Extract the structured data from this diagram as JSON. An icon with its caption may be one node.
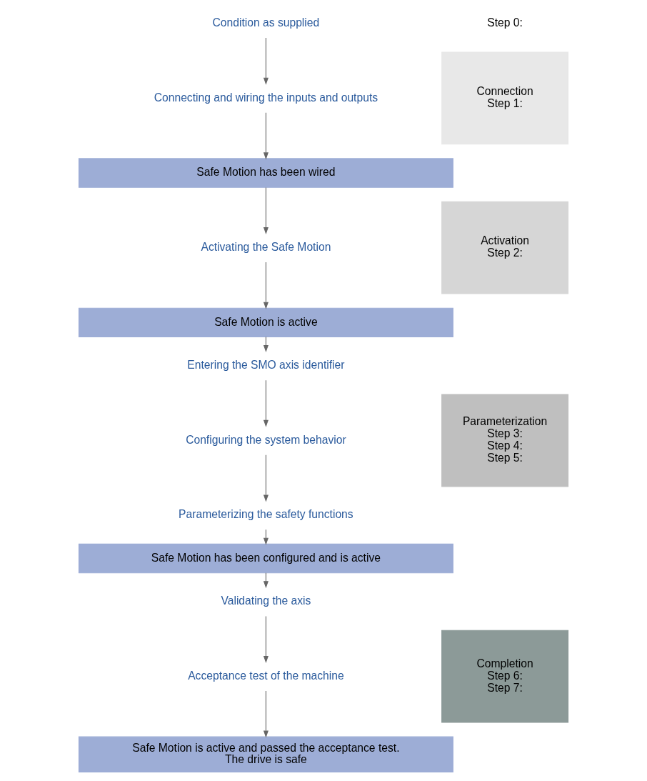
{
  "diagram": {
    "nodes": [
      {
        "text": [
          "Condition as supplied"
        ]
      },
      {
        "text": [
          "Connection",
          "Step 1:"
        ]
      },
      {
        "text": [
          "Connecting and wiring the inputs and outputs"
        ]
      },
      {
        "text": [
          "Safe Motion has been wired"
        ]
      },
      {
        "text": [
          "Activation",
          "Step 2:"
        ]
      },
      {
        "text": [
          "Activating the Safe Motion"
        ]
      },
      {
        "text": [
          "Safe Motion is active"
        ]
      },
      {
        "text": [
          "Parameterization",
          "Step 3:",
          "Step 4:",
          "Step 5:"
        ]
      },
      {
        "text": [
          "Entering the SMO axis identifier"
        ]
      },
      {
        "text": [
          "Configuring the system behavior"
        ]
      },
      {
        "text": [
          "Parameterizing the safety functions"
        ]
      },
      {
        "text": [
          "Safe Motion has been configured and is active"
        ]
      },
      {
        "text": [
          "Completion",
          "Step 6:",
          "Step 7:"
        ]
      },
      {
        "text": [
          "Validating the axis"
        ]
      },
      {
        "text": [
          "Acceptance test of the machine"
        ]
      },
      {
        "text": [
          "Safe Motion is active and passed the acceptance test.",
          "The drive is safe"
        ]
      }
    ],
    "edges": [
      {
        "from": 0,
        "to": 2,
        "arrow": "to"
      },
      {
        "from": 2,
        "to": 3,
        "arrow": "to"
      },
      {
        "from": 3,
        "to": 5,
        "arrow": "to"
      },
      {
        "from": 5,
        "to": 6,
        "arrow": "to"
      },
      {
        "from": 6,
        "to": 8,
        "arrow": "to"
      },
      {
        "from": 8,
        "to": 9,
        "arrow": "to"
      },
      {
        "from": 9,
        "to": 10,
        "arrow": "to"
      },
      {
        "from": 10,
        "to": 11,
        "arrow": "to"
      },
      {
        "from": 11,
        "to": 13,
        "arrow": "to"
      },
      {
        "from": 13,
        "to": 14,
        "arrow": "to"
      },
      {
        "from": 14,
        "to": 15,
        "arrow": "to"
      }
    ],
    "labels": [
      "Step 0:"
    ]
  }
}
